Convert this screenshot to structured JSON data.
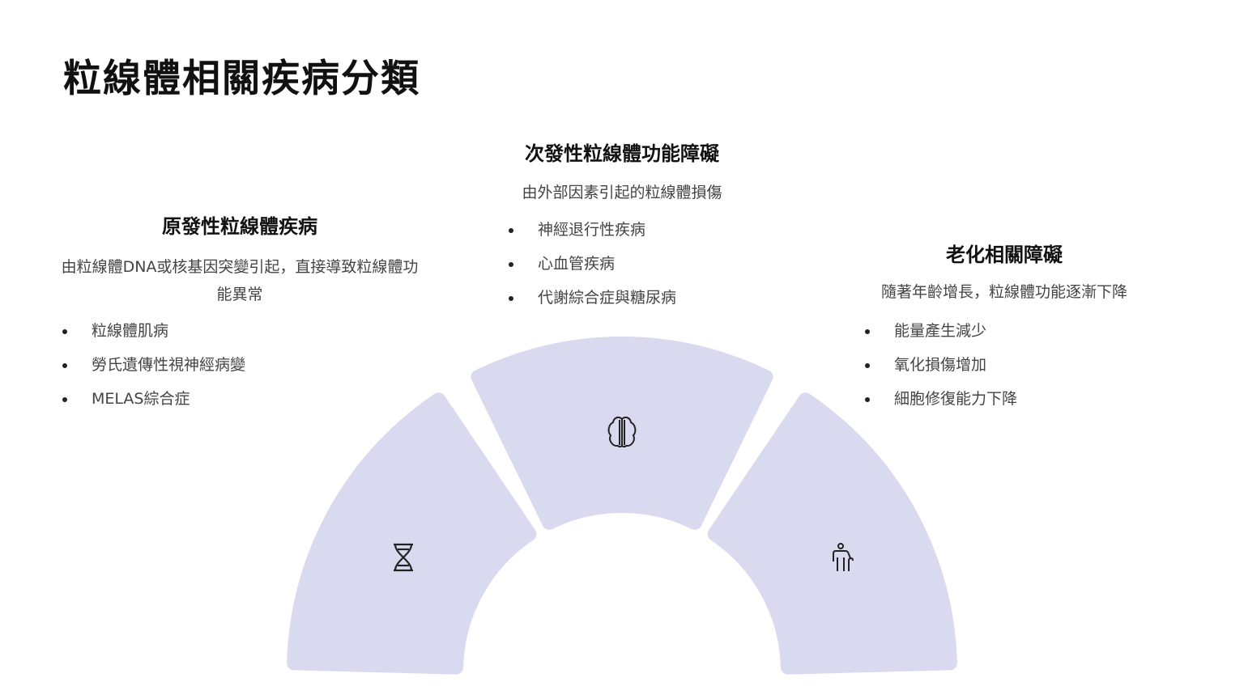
{
  "title": "粒線體相關疾病分類",
  "categories": [
    {
      "heading": "原發性粒線體疾病",
      "description": "由粒線體DNA或核基因突變引起，直接導致粒線體功能異常",
      "items": [
        "粒線體肌病",
        "勞氏遺傳性視神經病變",
        "MELAS綜合症"
      ],
      "icon": "dna-icon"
    },
    {
      "heading": "次發性粒線體功能障礙",
      "description": "由外部因素引起的粒線體損傷",
      "items": [
        "神經退行性疾病",
        "心血管疾病",
        "代謝綜合症與糖尿病"
      ],
      "icon": "brain-icon"
    },
    {
      "heading": "老化相關障礙",
      "description": "隨著年齡增長，粒線體功能逐漸下降",
      "items": [
        "能量產生減少",
        "氧化損傷增加",
        "細胞修復能力下降"
      ],
      "icon": "elderly-person-icon"
    }
  ],
  "colors": {
    "segment_fill": "#d9d9ef",
    "segment_stroke": "#c6c6e4"
  }
}
